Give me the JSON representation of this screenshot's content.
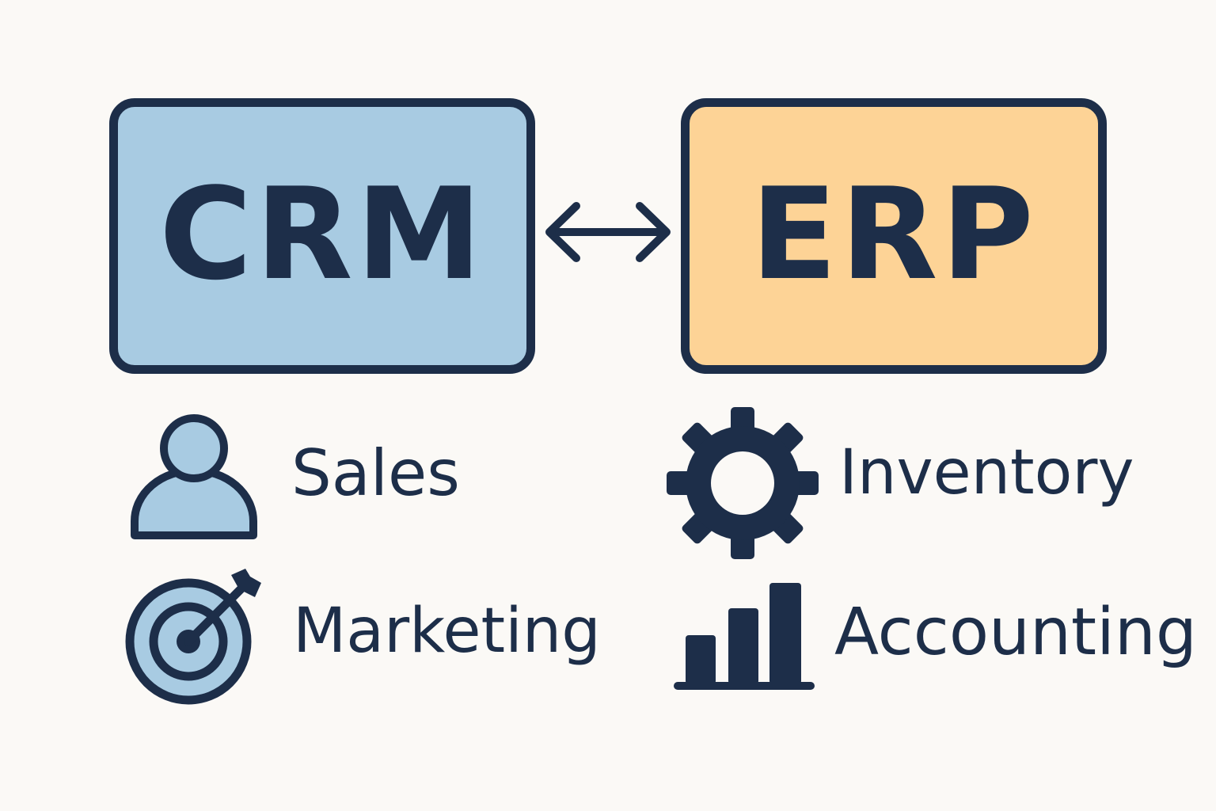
{
  "colors": {
    "background": "#fbf9f6",
    "ink": "#1d2e49",
    "crm_fill": "#a8cbe2",
    "erp_fill": "#fdd396"
  },
  "crm": {
    "title": "CRM",
    "features": [
      {
        "label": "Sales",
        "icon": "person-icon"
      },
      {
        "label": "Marketing",
        "icon": "target-icon"
      }
    ]
  },
  "erp": {
    "title": "ERP",
    "features": [
      {
        "label": "Inventory",
        "icon": "gear-icon"
      },
      {
        "label": "Accounting",
        "icon": "bar-chart-icon"
      }
    ]
  },
  "connector": {
    "icon": "bidirectional-arrow-icon"
  }
}
